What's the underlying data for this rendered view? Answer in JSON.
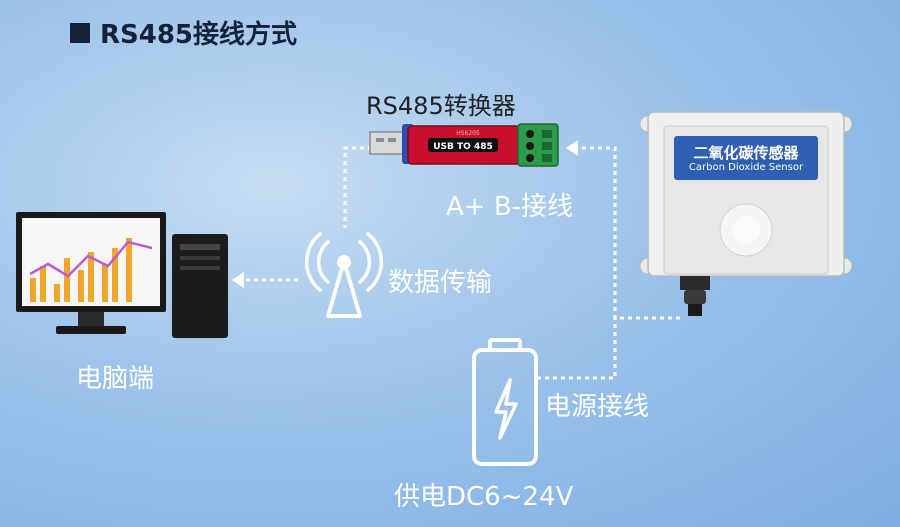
{
  "title": "RS485接线方式",
  "converter": {
    "label": "RS485转换器",
    "board_text": "USB TO 485",
    "board_code": "HS6205"
  },
  "wiring_label": "A+ B-接线",
  "data_transfer_label": "数据传输",
  "pc_label": "电脑端",
  "power_wiring_label": "电源接线",
  "power_supply_label": "供电DC6~24V",
  "sensor": {
    "name_cn": "二氧化碳传感器",
    "name_en": "Carbon Dioxide Sensor"
  },
  "colors": {
    "background": "#9cc2ea",
    "title_text": "#14223a",
    "label_text": "#ffffff",
    "board_red": "#c8102e",
    "terminal_green": "#2e9b4a"
  }
}
